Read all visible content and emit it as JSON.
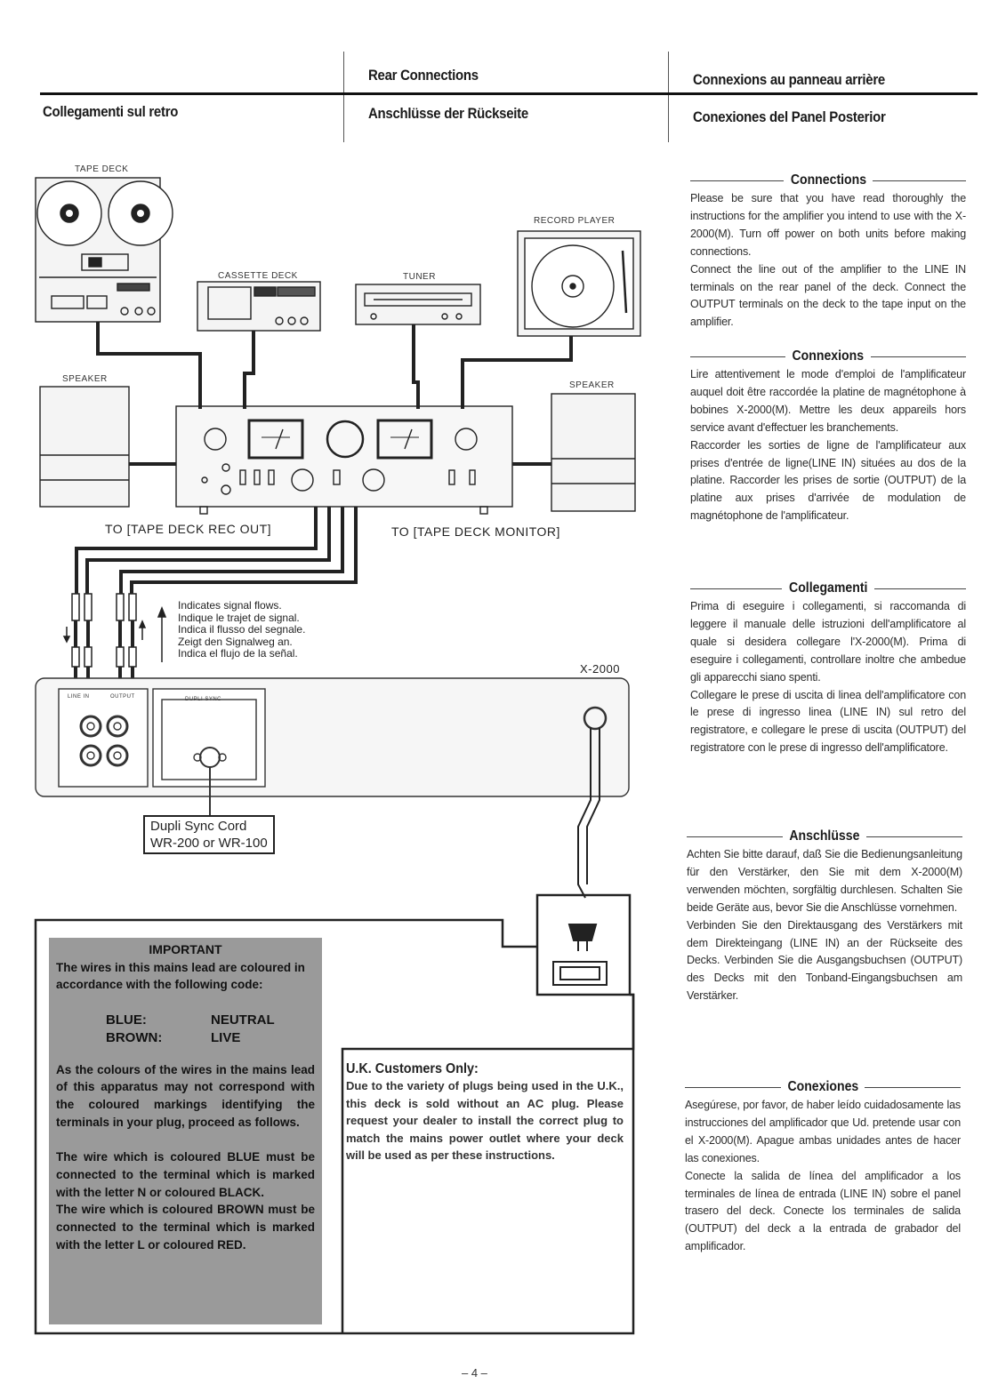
{
  "headers": {
    "rear_connections": "Rear Connections",
    "connexions_arriere": "Connexions au panneau arrière",
    "collegamenti": "Collegamenti sul retro",
    "anschlusse": "Anschlüsse der Rückseite",
    "conexiones": "Conexiones del Panel Posterior"
  },
  "diagram": {
    "tape_deck": "TAPE DECK",
    "cassette_deck": "CASSETTE DECK",
    "tuner": "TUNER",
    "record_player": "RECORD PLAYER",
    "speaker_left": "SPEAKER",
    "speaker_right": "SPEAKER",
    "to_rec_out": "TO [TAPE DECK REC OUT]",
    "to_monitor": "TO [TAPE DECK MONITOR]",
    "model": "X-2000",
    "line_in": "LINE IN",
    "output": "OUTPUT",
    "dupli_sync": "DUPLI SYNC",
    "legend": [
      "Indicates signal flows.",
      "Indique le trajet de signal.",
      "Indica il flusso del segnale.",
      "Zeigt den Signalweg an.",
      "Indica el flujo de la señal."
    ],
    "dupli_cord": [
      "Dupli Sync Cord",
      "WR-200 or WR-100"
    ]
  },
  "sections": [
    {
      "title": "Connections",
      "paragraphs": [
        "Please be sure that you have read thoroughly the instructions for the amplifier you intend to use with the X-2000(M). Turn off power on both units before making connections.",
        "Connect the line out of the amplifier to the LINE IN terminals on the rear panel of the deck. Connect the OUTPUT terminals on the deck to the tape input on the amplifier."
      ]
    },
    {
      "title": "Connexions",
      "paragraphs": [
        "Lire attentivement le mode d'emploi de l'amplificateur auquel doit être raccordée la platine de magnétophone à bobines X-2000(M). Mettre les deux appareils hors service avant d'effectuer les branchements.",
        "Raccorder les sorties de ligne de l'amplificateur aux prises d'entrée de ligne(LINE IN) situées au dos de la platine. Raccorder les prises de sortie (OUTPUT) de la platine aux prises d'arrivée de modulation de magnétophone de l'amplificateur."
      ]
    },
    {
      "title": "Collegamenti",
      "paragraphs": [
        "Prima di eseguire i collegamenti, si raccomanda di leggere il manuale delle istruzioni dell'amplificatore al quale si desidera collegare l'X-2000(M). Prima di eseguire i collegamenti, controllare inoltre che ambedue gli apparecchi siano spenti.",
        "Collegare le prese di uscita di linea dell'amplificatore con le prese di ingresso linea (LINE IN) sul retro del registratore, e collegare le prese di uscita (OUTPUT) del registratore con le prese di ingresso dell'amplificatore."
      ]
    },
    {
      "title": "Anschlüsse",
      "paragraphs": [
        "Achten Sie bitte darauf, daß Sie die Bedienungsanleitung für den Verstärker, den Sie mit dem X-2000(M) verwenden möchten, sorgfältig durchlesen. Schalten Sie beide Geräte aus, bevor Sie die Anschlüsse vornehmen.",
        "Verbinden Sie den Direktausgang des Verstärkers mit dem Direkteingang (LINE IN) an der Rückseite des Decks. Verbinden Sie die Ausgangsbuchsen (OUTPUT) des Decks mit den Tonband-Eingangsbuchsen am Verstärker."
      ]
    },
    {
      "title": "Conexiones",
      "paragraphs": [
        "Asegúrese, por favor, de haber leído cuidadosamente las instrucciones del amplificador que Ud. pretende usar con el X-2000(M). Apague ambas unidades antes de hacer las conexiones.",
        "Conecte la salida de línea del amplificador a los terminales de línea de entrada (LINE IN) sobre el panel trasero del deck. Conecte los terminales de salida (OUTPUT) del deck a la entrada de grabador del amplificador."
      ]
    }
  ],
  "important": {
    "title": "IMPORTANT",
    "intro": "The wires in this mains lead are coloured in accordance with the following code:",
    "codes": [
      {
        "color": "BLUE:",
        "meaning": "NEUTRAL"
      },
      {
        "color": "BROWN:",
        "meaning": "LIVE"
      }
    ],
    "para1": "As the colours of the wires in the mains lead of this apparatus may not correspond with the coloured markings identifying the terminals in your plug, proceed as follows.",
    "para2": "The wire which is coloured BLUE must be connected to the terminal which is marked with the letter N or coloured BLACK.",
    "para3": "The wire which is coloured BROWN must be connected to the terminal which is marked with the letter L or coloured RED."
  },
  "uk": {
    "title": "U.K. Customers Only:",
    "body": "Due to the variety of plugs being used in the U.K., this deck is sold without an AC plug. Please request your dealer to install the correct plug to match the mains power outlet where your deck will be used as per these instructions."
  },
  "page_number": "– 4 –"
}
